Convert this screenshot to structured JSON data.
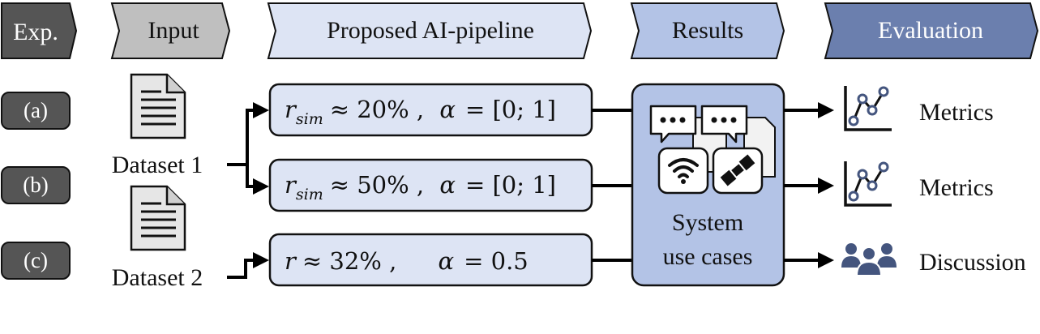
{
  "header": {
    "exp": "Exp.",
    "input": "Input",
    "pipeline": "Proposed AI-pipeline",
    "results": "Results",
    "evaluation": "Evaluation"
  },
  "experiments": [
    "(a)",
    "(b)",
    "(c)"
  ],
  "datasets": [
    "Dataset 1",
    "Dataset 2"
  ],
  "pipelines": [
    {
      "var": "r",
      "sub": "sim",
      "approx": "≈ 20% ,",
      "alpha_var": "α",
      "alpha_val": "= [0; 1]"
    },
    {
      "var": "r",
      "sub": "sim",
      "approx": "≈ 50% ,",
      "alpha_var": "α",
      "alpha_val": "= [0; 1]"
    },
    {
      "var": "r",
      "sub": "",
      "approx": "≈ 32% ,",
      "alpha_var": "α",
      "alpha_val": "= 0.5"
    }
  ],
  "results_box": {
    "line1": "System",
    "line2": "use cases"
  },
  "evaluation": [
    "Metrics",
    "Metrics",
    "Discussion"
  ],
  "icons": {
    "document": "document-icon",
    "chat": "chat-bubble-icon",
    "wifi": "wifi-icon",
    "satellite": "satellite-icon",
    "chart": "line-chart-icon",
    "people": "people-group-icon"
  },
  "colors": {
    "exp_fill": "#555555",
    "input_fill": "#bfbfbf",
    "pipeline_fill": "#dde4f4",
    "results_fill": "#b3c3e6",
    "evaluation_fill": "#6b7fae",
    "icon_blue": "#44557e"
  }
}
